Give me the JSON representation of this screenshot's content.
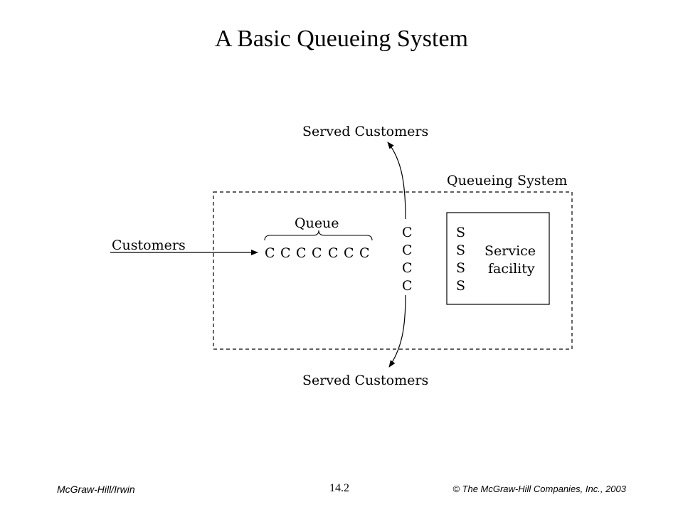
{
  "title": "A Basic Queueing System",
  "diagram": {
    "served_top": "Served Customers",
    "served_bottom": "Served Customers",
    "queueing_system": "Queueing System",
    "queue": "Queue",
    "customers": "Customers",
    "queue_customers": [
      "C",
      "C",
      "C",
      "C",
      "C",
      "C",
      "C"
    ],
    "served_column": [
      "C",
      "C",
      "C",
      "C"
    ],
    "servers": [
      "S",
      "S",
      "S",
      "S"
    ],
    "service_line1": "Service",
    "service_line2": "facility"
  },
  "footer": {
    "left": "McGraw-Hill/Irwin",
    "center": "14.2",
    "right": "© The McGraw-Hill Companies, Inc., 2003"
  }
}
